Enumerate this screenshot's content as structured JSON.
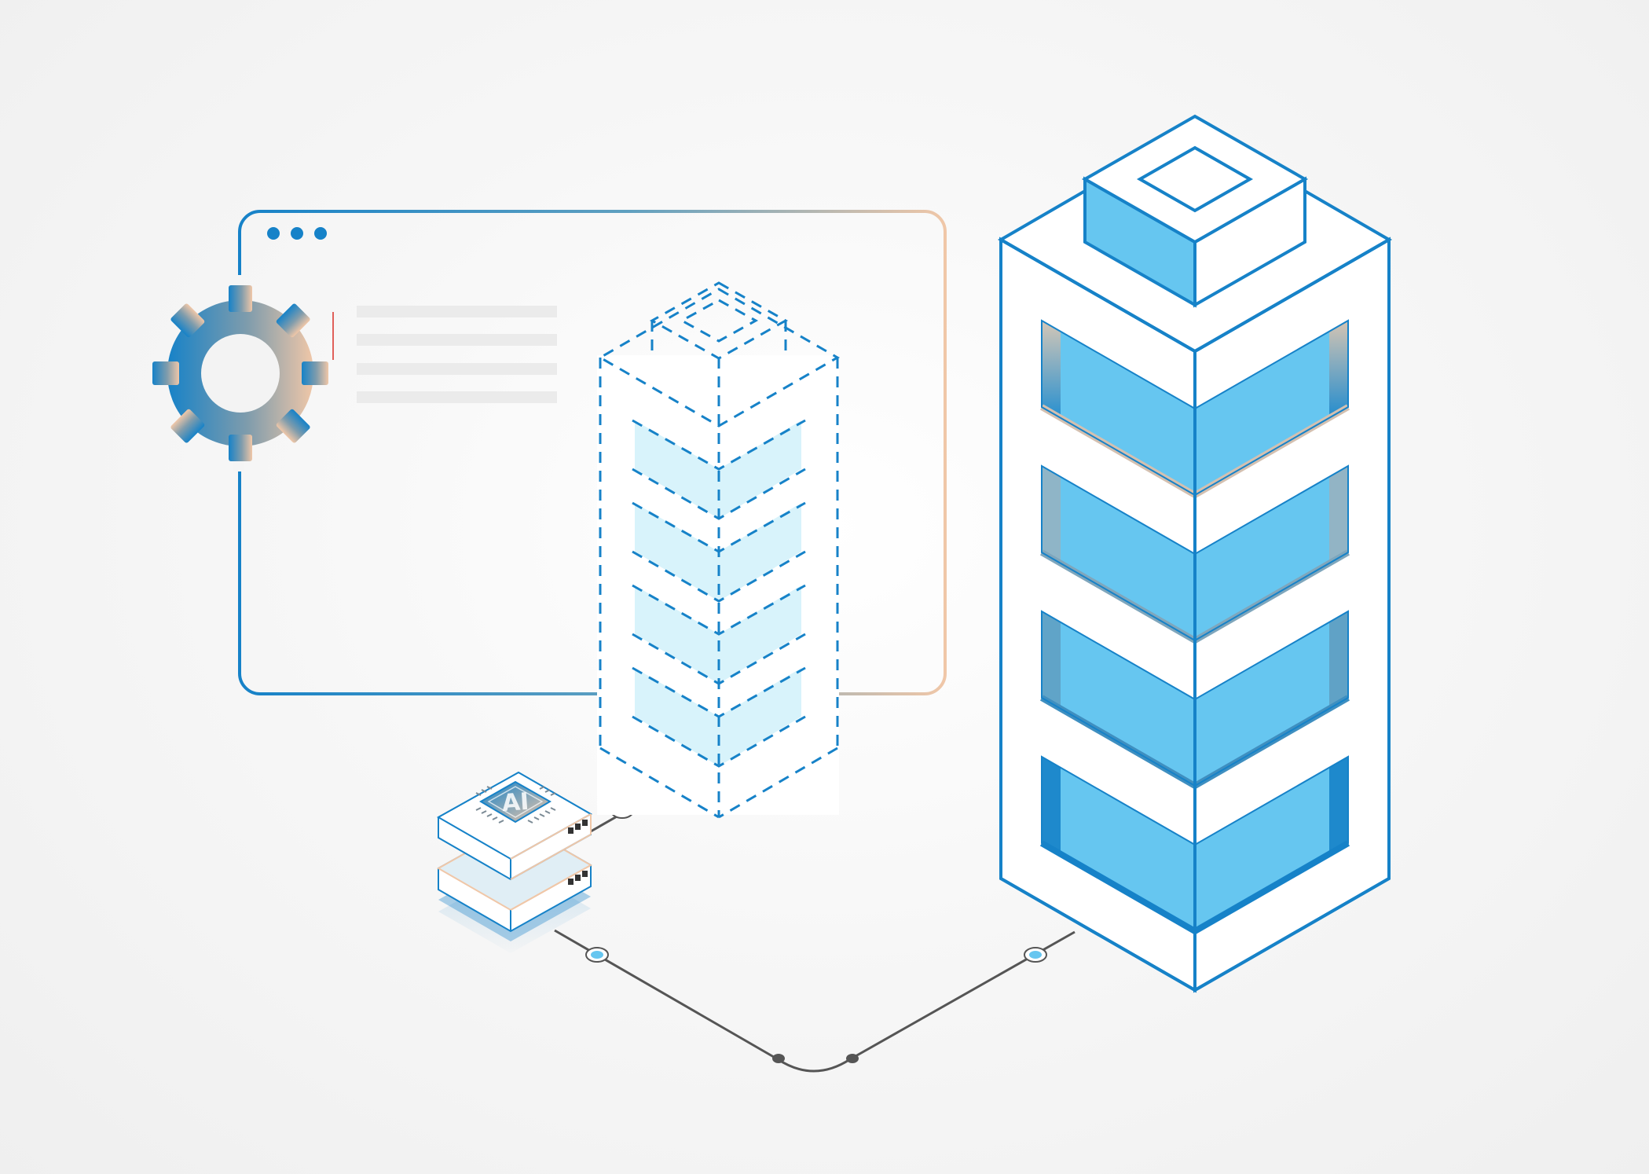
{
  "colors": {
    "primary": "#1682c8",
    "light_fill": "#66c6f0",
    "pale_fill": "#d8f3fb",
    "accent": "#f0c7a8",
    "connector": "#555555",
    "background": "#f2f2f2"
  },
  "window": {
    "dots": [
      "dot",
      "dot",
      "dot"
    ],
    "text_lines": 4
  },
  "chip": {
    "label": "AI"
  },
  "icons": {
    "gear": "gear-icon",
    "chip": "ai-chip-icon"
  }
}
